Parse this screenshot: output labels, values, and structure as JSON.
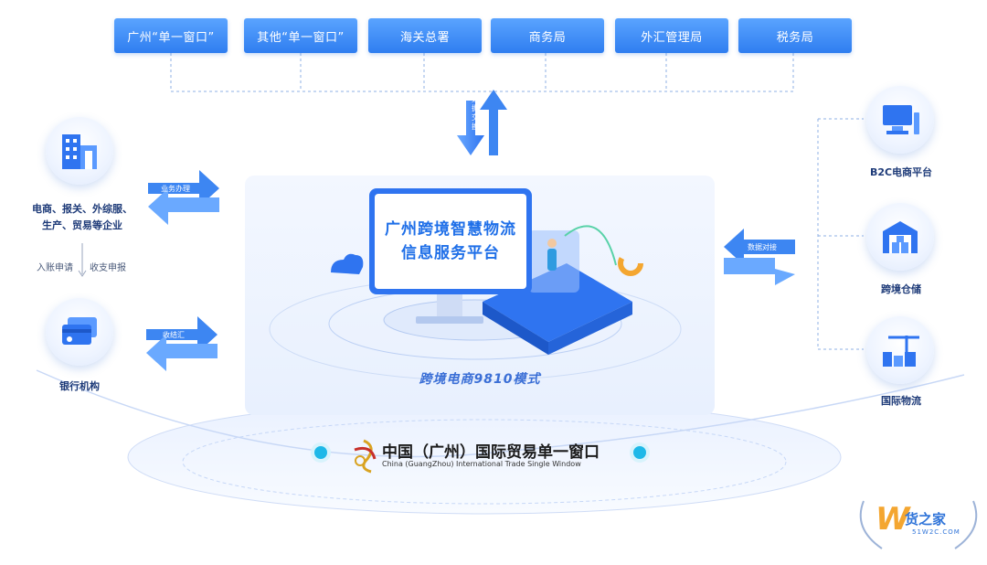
{
  "top_agencies": [
    {
      "label": "广州“单一窗口”"
    },
    {
      "label": "其他“单一窗口”"
    },
    {
      "label": "海关总署"
    },
    {
      "label": "商务局"
    },
    {
      "label": "外汇管理局"
    },
    {
      "label": "税务局"
    }
  ],
  "flows": {
    "data_exchange": "数据交换",
    "business_handling": "业务办理",
    "settlement": "收结汇",
    "data_docking": "数据对接",
    "account_application": "入账申请",
    "payment_declaration": "收支申报"
  },
  "left_nodes": {
    "enterprises_line1": "电商、报关、外综服、",
    "enterprises_line2": "生产、贸易等企业",
    "bank": "银行机构"
  },
  "right_nodes": {
    "b2c": "B2C电商平台",
    "warehouse": "跨境仓储",
    "logistics": "国际物流"
  },
  "center": {
    "title_line1": "广州跨境智慧物流",
    "title_line2": "信息服务平台",
    "mode": "跨境电商9810模式"
  },
  "logo": {
    "cn": "中国（广州）国际贸易单一窗口",
    "en": "China (GuangZhou) International Trade Single Window"
  },
  "watermark": {
    "letter": "W",
    "cn": "货之家",
    "en": "51W2C.COM"
  },
  "colors": {
    "accent": "#2f7ef0",
    "arrow": "#3d86f2",
    "text_dark": "#1d3a78"
  }
}
